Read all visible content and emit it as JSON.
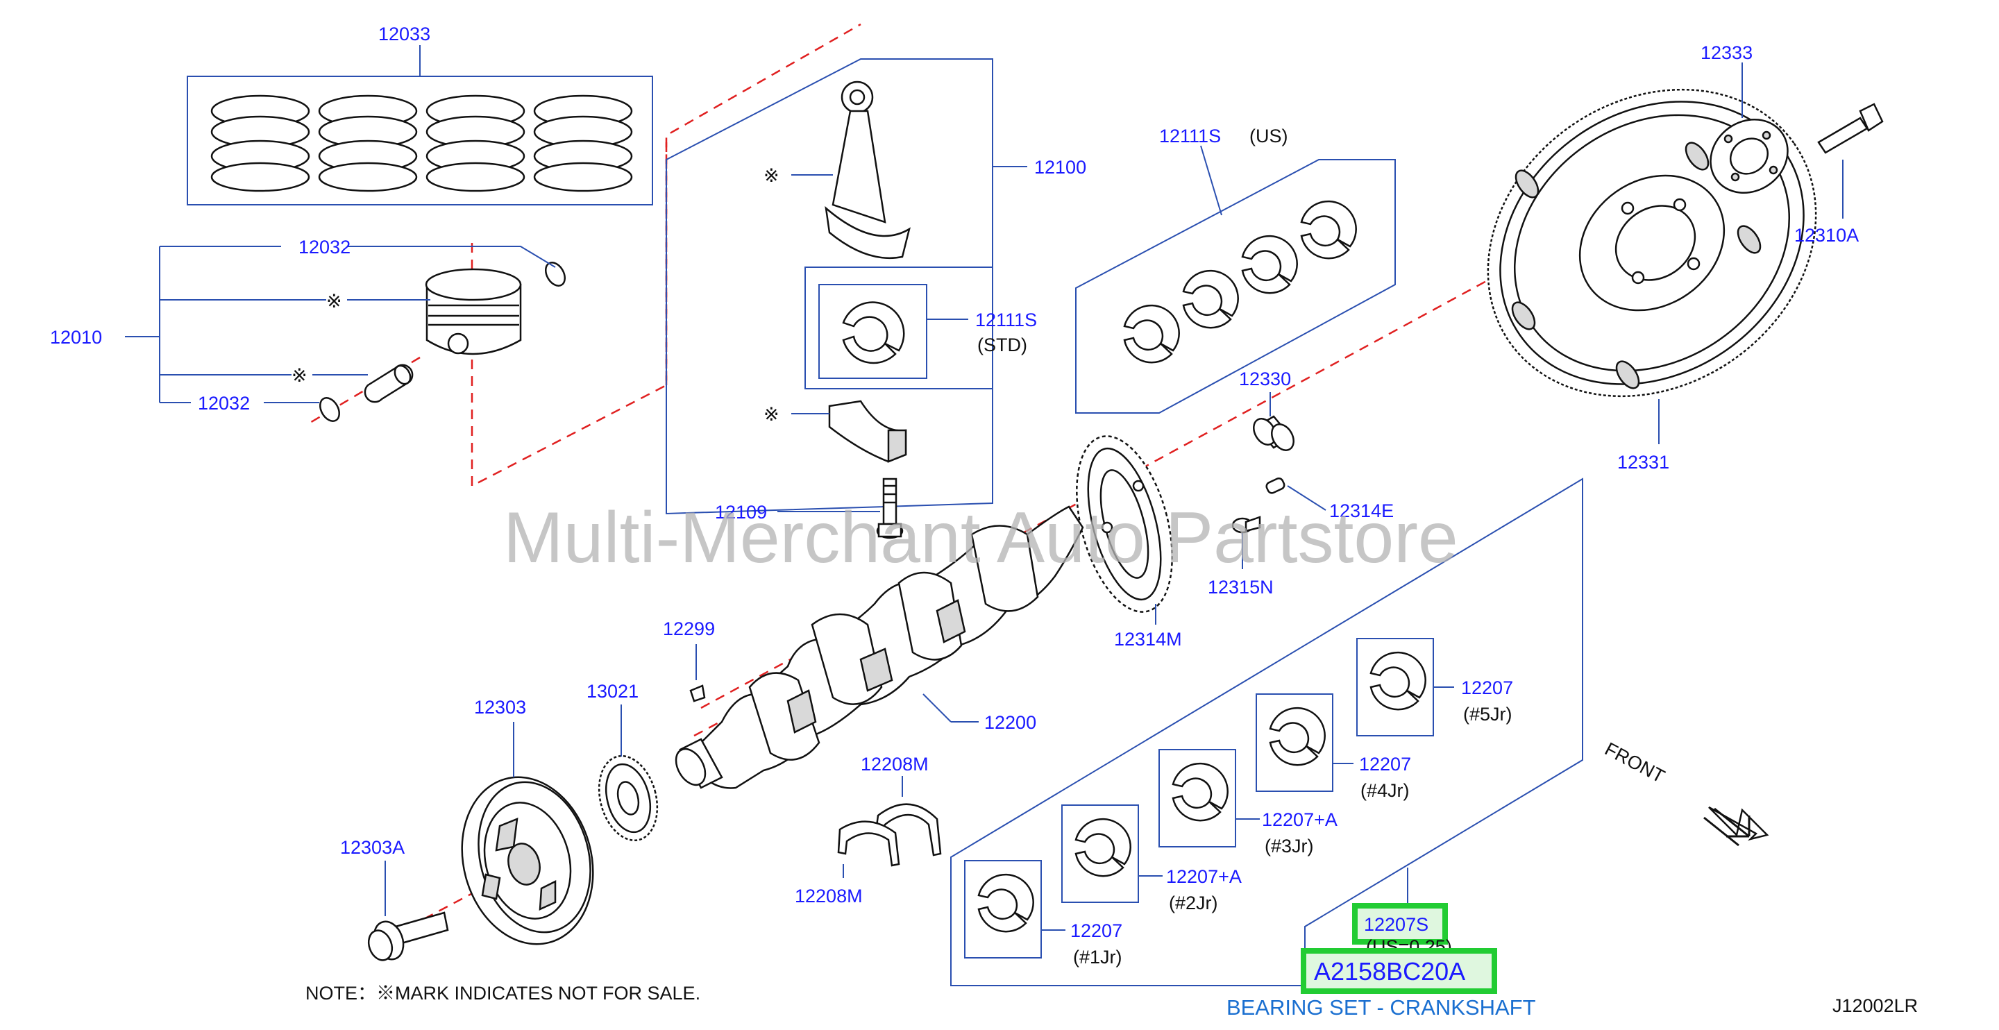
{
  "diagram_code": "J12002LR",
  "note": "NOTE：※MARK  INDICATES  NOT  FOR  SALE.",
  "watermark": "Multi-Merchant Auto Partstore",
  "front_label": "FRONT",
  "not_for_sale_mark": "※",
  "highlight": {
    "part_number": "12207S",
    "part_note": "(US=0.25)",
    "oem_number": "A2158BC20A",
    "description": "BEARING SET - CRANKSHAFT",
    "color": "#22cc33"
  },
  "labels": {
    "p12033": "12033",
    "p12032_top": "12032",
    "p12010": "12010",
    "p12032_bottom": "12032",
    "p12100": "12100",
    "p12111s_us": "12111S",
    "us_note": "(US)",
    "p12111s_std": "12111S",
    "std_note": "(STD)",
    "p12109": "12109",
    "p12333": "12333",
    "p12310a": "12310A",
    "p12331": "12331",
    "p12330": "12330",
    "p12314e": "12314E",
    "p12315n": "12315N",
    "p12314m": "12314M",
    "p12299": "12299",
    "p12200": "12200",
    "p12303": "12303",
    "p13021": "13021",
    "p12303a": "12303A",
    "p12208m_top": "12208M",
    "p12208m_bottom": "12208M",
    "p12207_5": "12207",
    "j5": "(#5Jr)",
    "p12207_4": "12207",
    "j4": "(#4Jr)",
    "p12207a_3": "12207+A",
    "j3": "(#3Jr)",
    "p12207a_2": "12207+A",
    "j2": "(#2Jr)",
    "p12207_1": "12207",
    "j1": "(#1Jr)"
  },
  "colors": {
    "label": "#1a1aff",
    "frame": "#2a4fb0",
    "axis": "#e02020",
    "description": "#1a6fd0"
  }
}
